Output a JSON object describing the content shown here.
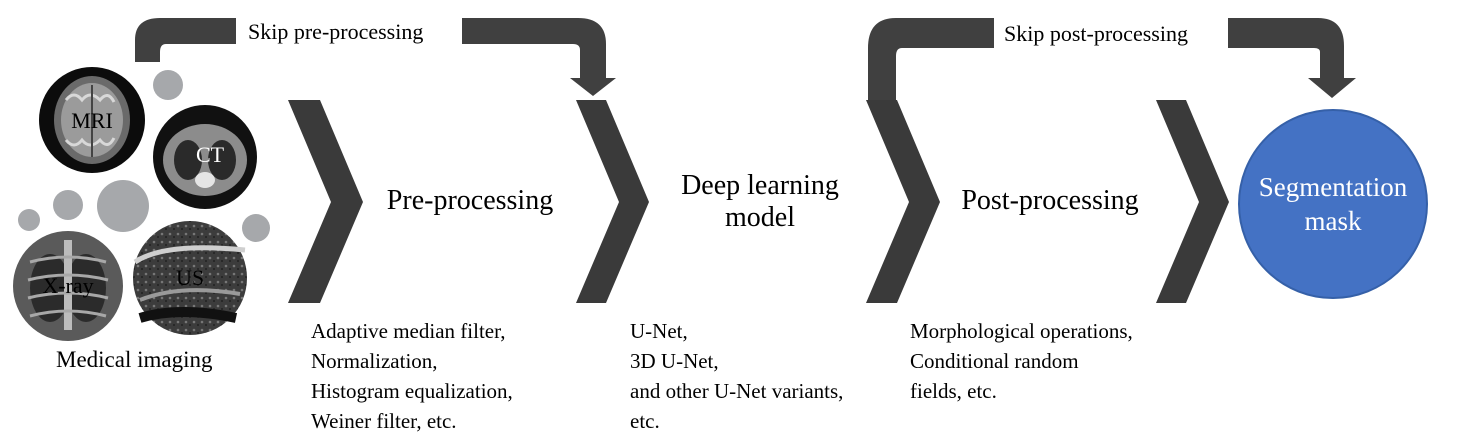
{
  "input": {
    "caption": "Medical imaging",
    "modalities": [
      {
        "id": "mri",
        "label": "MRI"
      },
      {
        "id": "ct",
        "label": "CT"
      },
      {
        "id": "xray",
        "label": "X-ray"
      },
      {
        "id": "us",
        "label": "US"
      }
    ]
  },
  "stages": [
    {
      "id": "pre",
      "title_lines": [
        "Pre-processing"
      ],
      "methods": [
        "Adaptive median filter,",
        "Normalization,",
        "Histogram equalization,",
        "Weiner filter, etc."
      ]
    },
    {
      "id": "model",
      "title_lines": [
        "Deep learning",
        "model"
      ],
      "methods": [
        "U-Net,",
        "3D U-Net,",
        "and other U-Net variants,",
        "etc."
      ]
    },
    {
      "id": "post",
      "title_lines": [
        "Post-processing"
      ],
      "methods": [
        "Morphological operations,",
        "Conditional random",
        "fields, etc."
      ]
    }
  ],
  "skips": [
    {
      "id": "skip-pre",
      "label": "Skip pre-processing"
    },
    {
      "id": "skip-post",
      "label": "Skip post-processing"
    }
  ],
  "output": {
    "title_lines": [
      "Segmentation",
      "mask"
    ]
  },
  "colors": {
    "chevron": "#3a3a3a",
    "skip_arrow": "#404040",
    "bubble": "#a6a8ab",
    "output_circle": "#4472c4",
    "output_circle_stroke": "#3560a8"
  }
}
